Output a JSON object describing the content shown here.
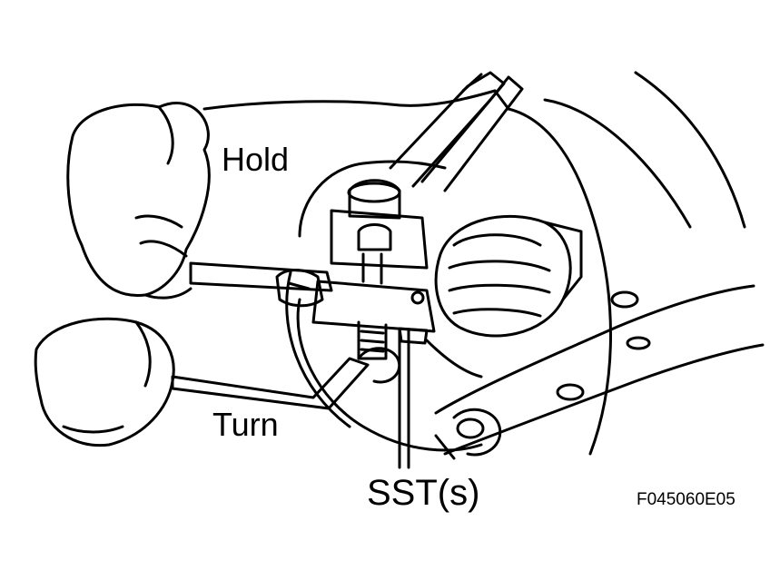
{
  "labels": {
    "hold": "Hold",
    "turn": "Turn",
    "sst": "SST(s)",
    "figure_code": "F045060E05"
  },
  "colors": {
    "line": "#000000",
    "background": "#ffffff"
  }
}
